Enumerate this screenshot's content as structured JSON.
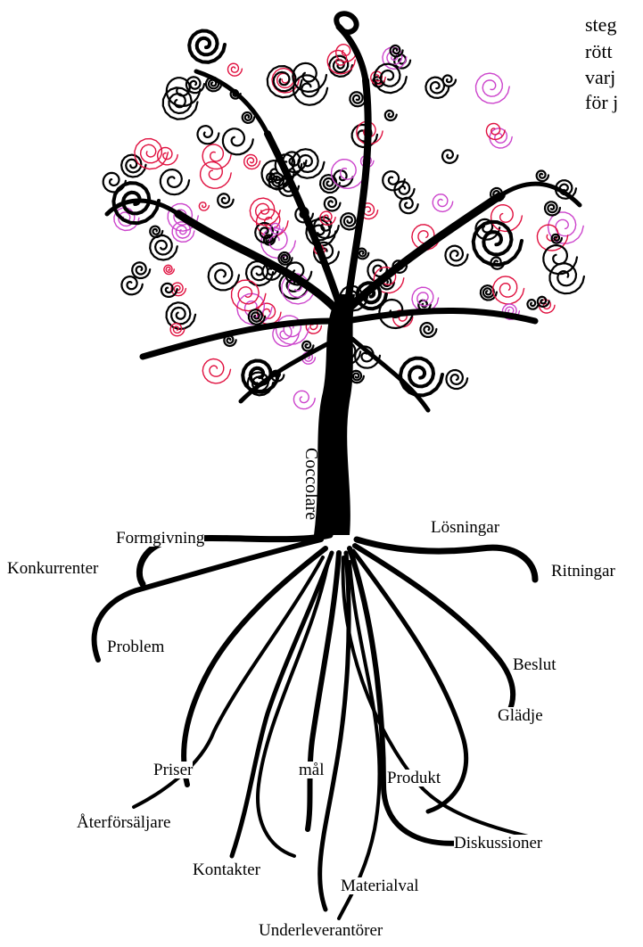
{
  "side_text": {
    "line1": "steg",
    "line2": "rött",
    "line3": "varj",
    "line4": "för j"
  },
  "trunk_label": "Coccolare",
  "root_labels": {
    "formgivning": "Formgivning",
    "konkurrenter": "Konkurrenter",
    "problem": "Problem",
    "priser": "Priser",
    "aterforsaljare": "Återförsäljare",
    "kontakter": "Kontakter",
    "mal": "mål",
    "produkt": "Produkt",
    "materialval": "Materialval",
    "underleverantorer": "Underleverantörer",
    "losningar": "Lösningar",
    "ritningar": "Ritningar",
    "beslut": "Beslut",
    "gladje": "Glädje",
    "diskussioner": "Diskussioner"
  },
  "colors": {
    "ink": "#000000",
    "accent": "#e0103f",
    "accent2": "#cc44cc"
  }
}
